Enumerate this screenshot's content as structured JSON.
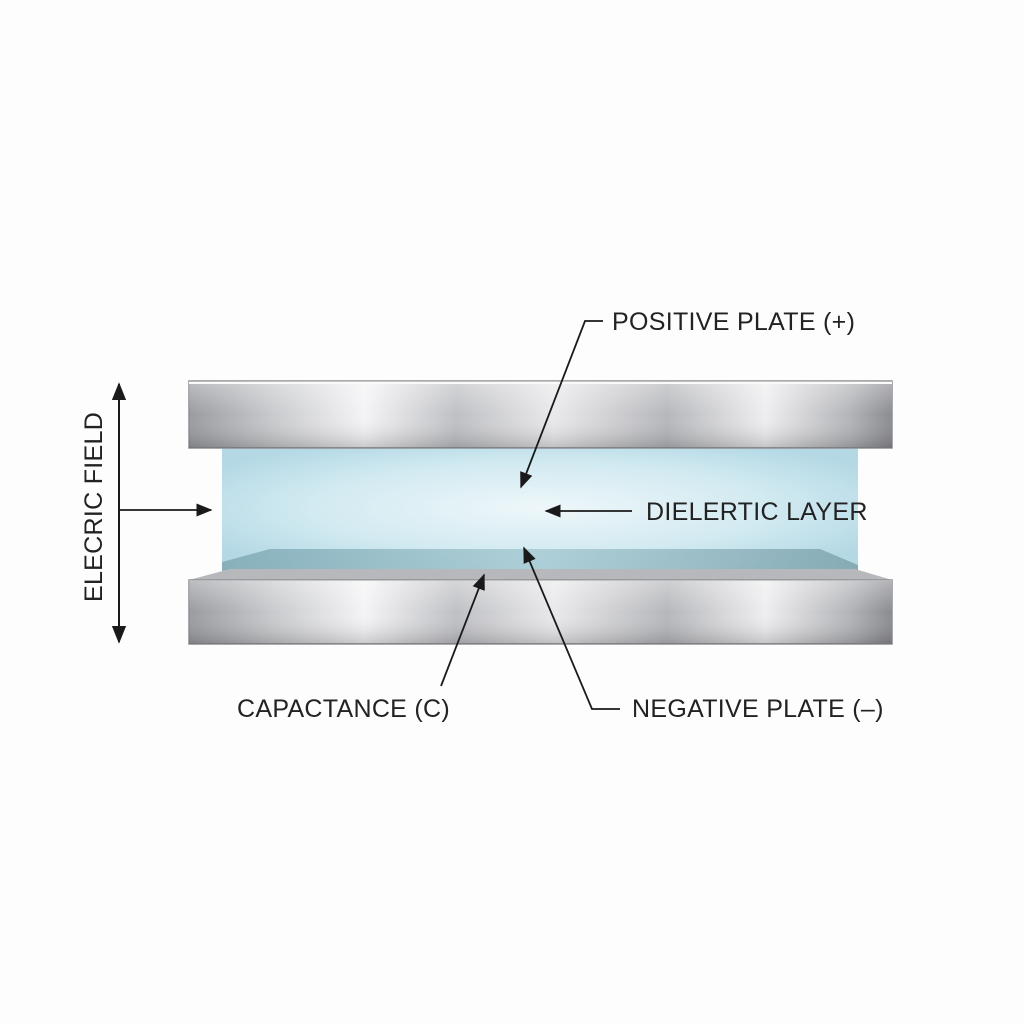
{
  "labels": {
    "positive_plate": "POSITIVE PLATE (+)",
    "dielectric_layer": "DIELERTIC LAYER",
    "capacitance": "CAPACTANCE (C)",
    "negative_plate": "NEGATIVE PLATE (–)",
    "electric_field": "ELECRIC FIELD"
  },
  "colors": {
    "plate_light": "#f2f2f4",
    "plate_mid": "#c4c5c9",
    "plate_dark": "#8c8d92",
    "dielectric_light": "#e6f3f8",
    "dielectric_mid": "#bfe0ea",
    "dielectric_surface": "#8fb8c2",
    "leader_line": "#1a1a1a",
    "text": "#222222"
  }
}
